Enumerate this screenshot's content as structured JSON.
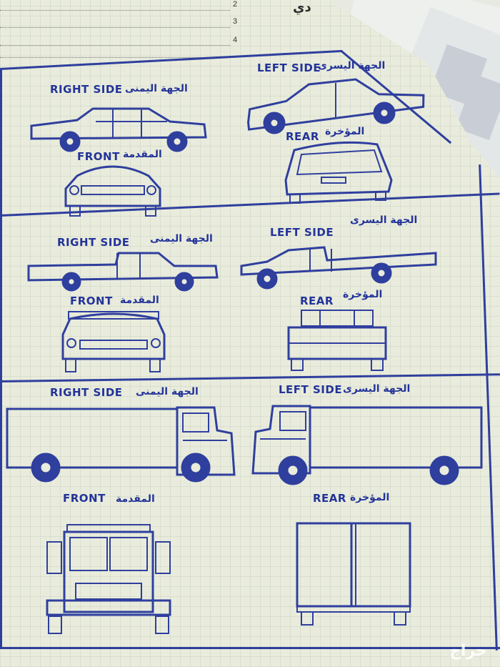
{
  "header": {
    "line_numbers": [
      "2",
      "3",
      "4"
    ],
    "title_fragment": "دي"
  },
  "sections": [
    {
      "id": "sedan",
      "right_side_en": "RIGHT SIDE",
      "right_side_ar": "الجهة اليمنى",
      "left_side_en": "LEFT SIDE",
      "left_side_ar": "الجهة اليسرى",
      "front_en": "FRONT",
      "front_ar": "المقدمة",
      "rear_en": "REAR",
      "rear_ar": "المؤخرة"
    },
    {
      "id": "pickup",
      "right_side_en": "RIGHT SIDE",
      "right_side_ar": "الجهة اليمنى",
      "left_side_en": "LEFT SIDE",
      "left_side_ar": "الجهة اليسرى",
      "front_en": "FRONT",
      "front_ar": "المقدمة",
      "rear_en": "REAR",
      "rear_ar": "المؤخرة"
    },
    {
      "id": "truck",
      "right_side_en": "RIGHT SIDE",
      "right_side_ar": "الجهة اليمنى",
      "left_side_en": "LEFT SIDE",
      "left_side_ar": "الجهة اليسرى",
      "front_en": "FRONT",
      "front_ar": "المقدمة",
      "rear_en": "REAR",
      "rear_ar": "المؤخرة"
    }
  ],
  "watermark": "حراج",
  "colors": {
    "ink": "#2f3f9e",
    "paper": "#e9ecdc"
  }
}
